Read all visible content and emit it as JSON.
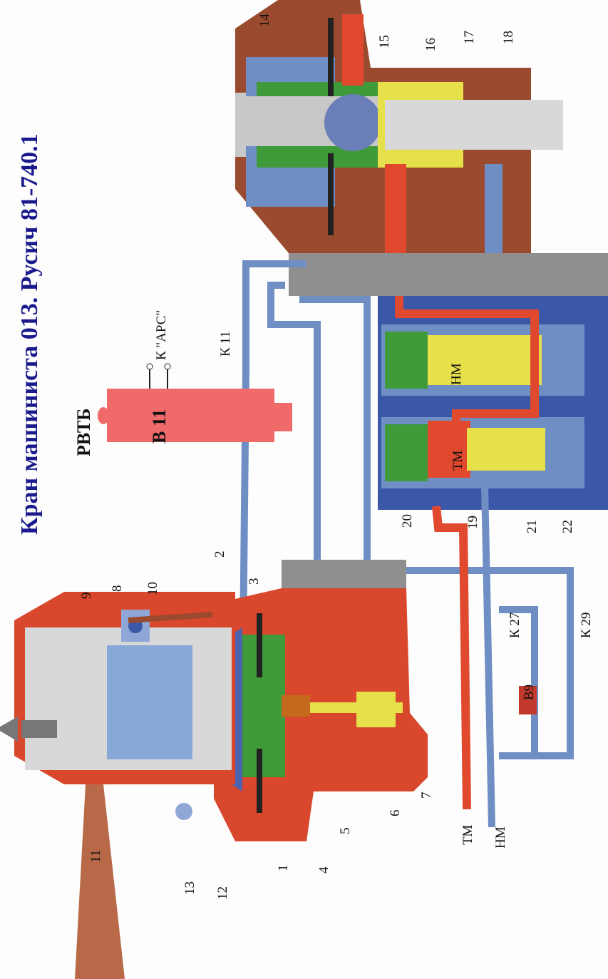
{
  "title": "Кран машиниста 013. Русич 81-740.1",
  "device_labels": {
    "rvtb": "РВТБ",
    "v11": "В 11",
    "k_ars": "К \"АРС\"",
    "k11": "К 11",
    "nm_valve": "НМ",
    "tm_valve": "ТМ",
    "k27": "К 27",
    "k29": "К 29",
    "v9": "В9",
    "tm_line": "ТМ",
    "nm_line": "НМ"
  },
  "part_numbers": [
    "1",
    "2",
    "3",
    "4",
    "5",
    "6",
    "7",
    "8",
    "9",
    "10",
    "11",
    "12",
    "13",
    "14",
    "15",
    "16",
    "17",
    "18",
    "19",
    "20",
    "21",
    "22"
  ],
  "colors": {
    "body": "#9a4a2e",
    "air_blue": "#6f8fc4",
    "brake_red": "#e0492e",
    "green": "#3f9a3a",
    "yellow": "#e6e04a",
    "gray": "#9a9a9a",
    "title": "#1a1a8c"
  }
}
